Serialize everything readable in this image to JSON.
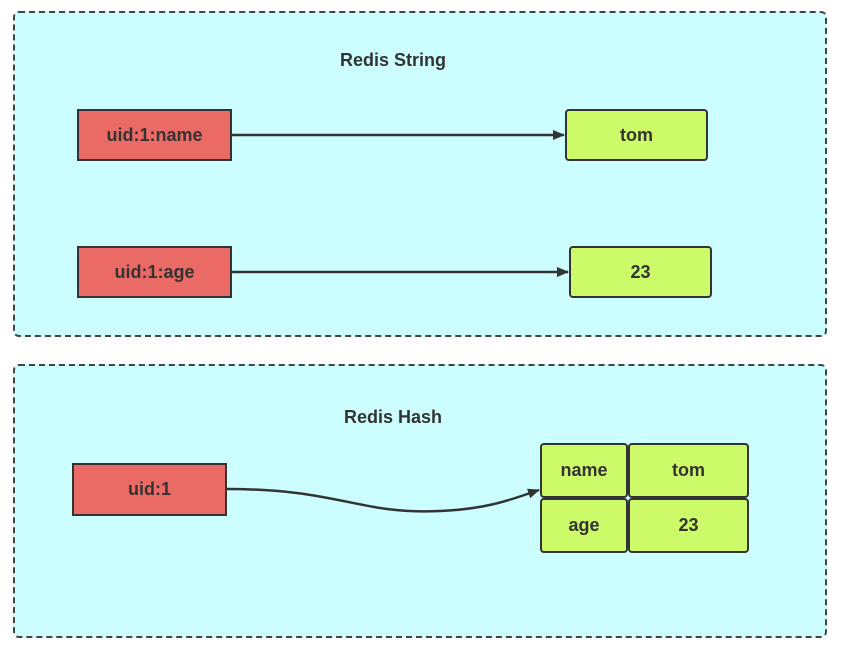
{
  "string_section": {
    "title": "Redis String",
    "entries": [
      {
        "key": "uid:1:name",
        "value": "tom"
      },
      {
        "key": "uid:1:age",
        "value": "23"
      }
    ]
  },
  "hash_section": {
    "title": "Redis Hash",
    "key": "uid:1",
    "fields": [
      {
        "field": "name",
        "value": "tom"
      },
      {
        "field": "age",
        "value": "23"
      }
    ]
  },
  "colors": {
    "panel_bg": "#ccfdff",
    "key_box": "#ea6b66",
    "value_box": "#cdfa68"
  }
}
